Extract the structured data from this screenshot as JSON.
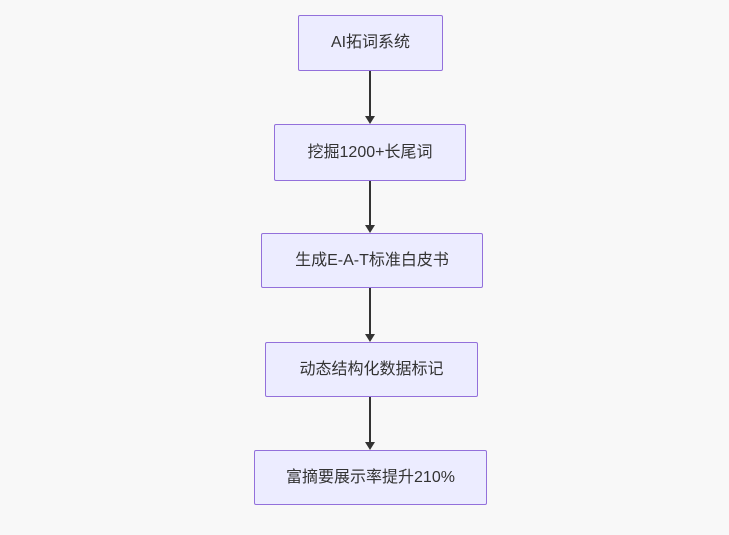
{
  "diagram": {
    "type": "flowchart",
    "direction": "top-down",
    "nodes": [
      {
        "label": "AI拓词系统"
      },
      {
        "label": "挖掘1200+长尾词"
      },
      {
        "label": "生成E-A-T标准白皮书"
      },
      {
        "label": "动态结构化数据标记"
      },
      {
        "label": "富摘要展示率提升210%"
      }
    ],
    "edges": [
      {
        "from": 0,
        "to": 1
      },
      {
        "from": 1,
        "to": 2
      },
      {
        "from": 2,
        "to": 3
      },
      {
        "from": 3,
        "to": 4
      }
    ],
    "colors": {
      "node_fill": "#ECECFF",
      "node_border": "#9370DB",
      "arrow": "#333333",
      "text": "#333333",
      "background": "#f8f8f8"
    }
  }
}
